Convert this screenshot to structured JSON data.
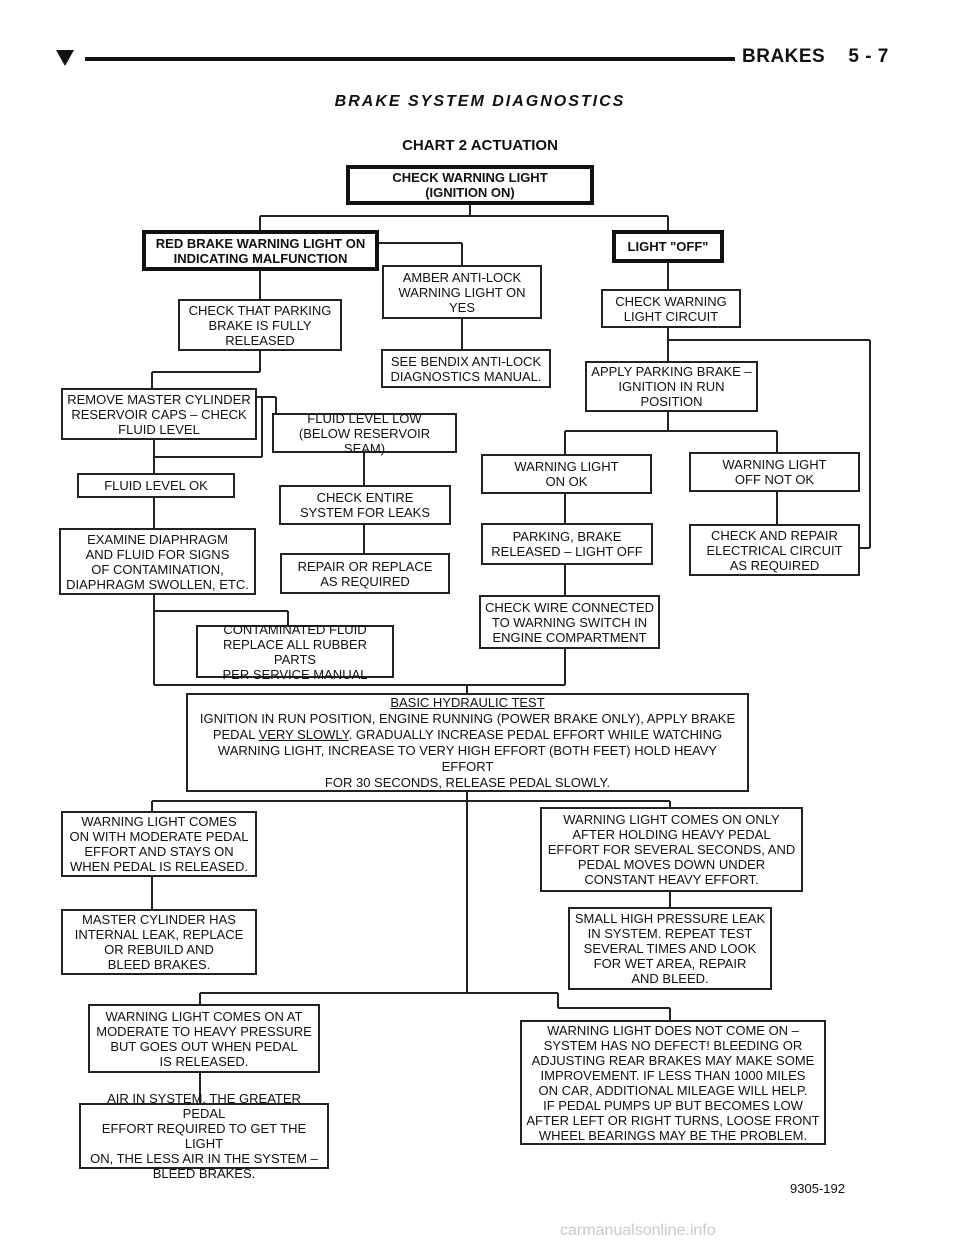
{
  "header": {
    "section": "BRAKES",
    "page": "5 - 7",
    "title": "BRAKE SYSTEM DIAGNOSTICS"
  },
  "chart": {
    "title": "CHART 2   ACTUATION",
    "boxes": {
      "check_warning_light": "CHECK WARNING LIGHT\n(IGNITION ON)",
      "red_brake": "RED BRAKE WARNING LIGHT ON\nINDICATING MALFUNCTION",
      "light_off": "LIGHT \"OFF\"",
      "amber": "AMBER ANTI-LOCK\nWARNING LIGHT ON\nYES",
      "check_parking": "CHECK THAT PARKING\nBRAKE IS FULLY\nRELEASED",
      "check_circuit": "CHECK WARNING\nLIGHT CIRCUIT",
      "bendix": "SEE BENDIX ANTI-LOCK\nDIAGNOSTICS MANUAL.",
      "apply_parking": "APPLY PARKING BRAKE –\nIGNITION IN RUN\nPOSITION",
      "remove_caps": "REMOVE MASTER CYLINDER\nRESERVOIR CAPS – CHECK\nFLUID LEVEL",
      "fluid_low": "FLUID LEVEL LOW\n(BELOW RESERVOIR SEAM)",
      "light_on_ok": "WARNING LIGHT\nON OK",
      "light_off_not_ok": "WARNING LIGHT\nOFF NOT OK",
      "fluid_ok": "FLUID LEVEL OK",
      "check_leaks": "CHECK ENTIRE\nSYSTEM FOR LEAKS",
      "parking_released": "PARKING, BRAKE\nRELEASED – LIGHT OFF",
      "repair_electrical": "CHECK AND REPAIR\nELECTRICAL CIRCUIT\nAS REQUIRED",
      "examine": "EXAMINE DIAPHRAGM\nAND FLUID FOR SIGNS\nOF CONTAMINATION,\nDIAPHRAGM SWOLLEN, ETC.",
      "repair_replace": "REPAIR OR REPLACE\nAS REQUIRED",
      "check_wire": "CHECK WIRE CONNECTED\nTO WARNING SWITCH IN\nENGINE COMPARTMENT",
      "contaminated": "CONTAMINATED FLUID\nREPLACE ALL RUBBER PARTS\nPER SERVICE MANUAL",
      "hyd_title": "BASIC HYDRAULIC TEST",
      "hyd_line1": "IGNITION IN RUN POSITION, ENGINE RUNNING (POWER BRAKE ONLY), APPLY BRAKE",
      "hyd_line2a": "PEDAL ",
      "hyd_line2b": "VERY SLOWLY",
      "hyd_line2c": ". GRADUALLY INCREASE PEDAL EFFORT WHILE WATCHING",
      "hyd_line3": "WARNING LIGHT, INCREASE TO VERY HIGH EFFORT (BOTH FEET) HOLD HEAVY EFFORT",
      "hyd_line4": "FOR 30 SECONDS, RELEASE PEDAL SLOWLY.",
      "comes_on_moderate": "WARNING LIGHT COMES\nON WITH MODERATE PEDAL\nEFFORT AND STAYS ON\nWHEN PEDAL IS RELEASED.",
      "comes_on_only": "WARNING LIGHT COMES ON ONLY\nAFTER HOLDING HEAVY PEDAL\nEFFORT FOR SEVERAL SECONDS, AND\nPEDAL MOVES DOWN UNDER\nCONSTANT HEAVY EFFORT.",
      "master_leak": "MASTER CYLINDER HAS\nINTERNAL LEAK, REPLACE\nOR REBUILD AND\nBLEED BRAKES.",
      "small_leak": "SMALL HIGH PRESSURE LEAK\nIN SYSTEM. REPEAT TEST\nSEVERAL TIMES AND LOOK\nFOR WET AREA, REPAIR\nAND BLEED.",
      "comes_on_at": "WARNING LIGHT COMES ON AT\nMODERATE TO HEAVY PRESSURE\nBUT GOES OUT WHEN PEDAL\nIS RELEASED.",
      "does_not_come": "WARNING LIGHT DOES NOT COME ON –\nSYSTEM HAS NO DEFECT! BLEEDING OR\nADJUSTING REAR BRAKES MAY MAKE SOME\nIMPROVEMENT. IF LESS THAN 1000 MILES\nON CAR, ADDITIONAL MILEAGE WILL HELP.\nIF PEDAL PUMPS UP BUT BECOMES LOW\nAFTER LEFT OR RIGHT TURNS, LOOSE FRONT\nWHEEL BEARINGS MAY BE THE PROBLEM.",
      "air_in_system": "AIR IN SYSTEM. THE GREATER PEDAL\nEFFORT REQUIRED TO GET THE LIGHT\nON, THE LESS AIR IN THE SYSTEM –\nBLEED BRAKES."
    },
    "figure_id": "9305-192"
  },
  "watermark": "carmanualsonline.info"
}
